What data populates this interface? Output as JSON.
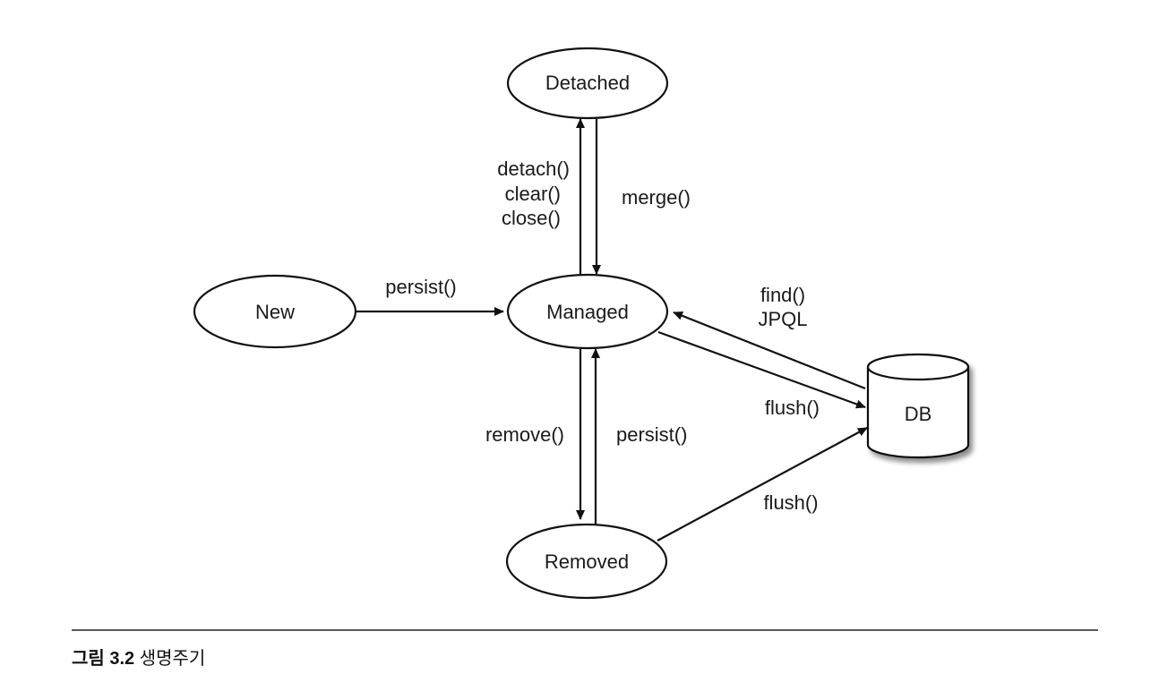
{
  "nodes": {
    "new": "New",
    "managed": "Managed",
    "detached": "Detached",
    "removed": "Removed",
    "db": "DB"
  },
  "edges": {
    "persist_new": "persist()",
    "detach_lines": [
      "detach()",
      "clear()",
      "close()"
    ],
    "merge": "merge()",
    "find_lines": [
      "find()",
      "JPQL"
    ],
    "flush_managed": "flush()",
    "remove": "remove()",
    "persist_removed": "persist()",
    "flush_removed": "flush()"
  },
  "caption": {
    "label": "그림 3.2",
    "text": "생명주기"
  }
}
